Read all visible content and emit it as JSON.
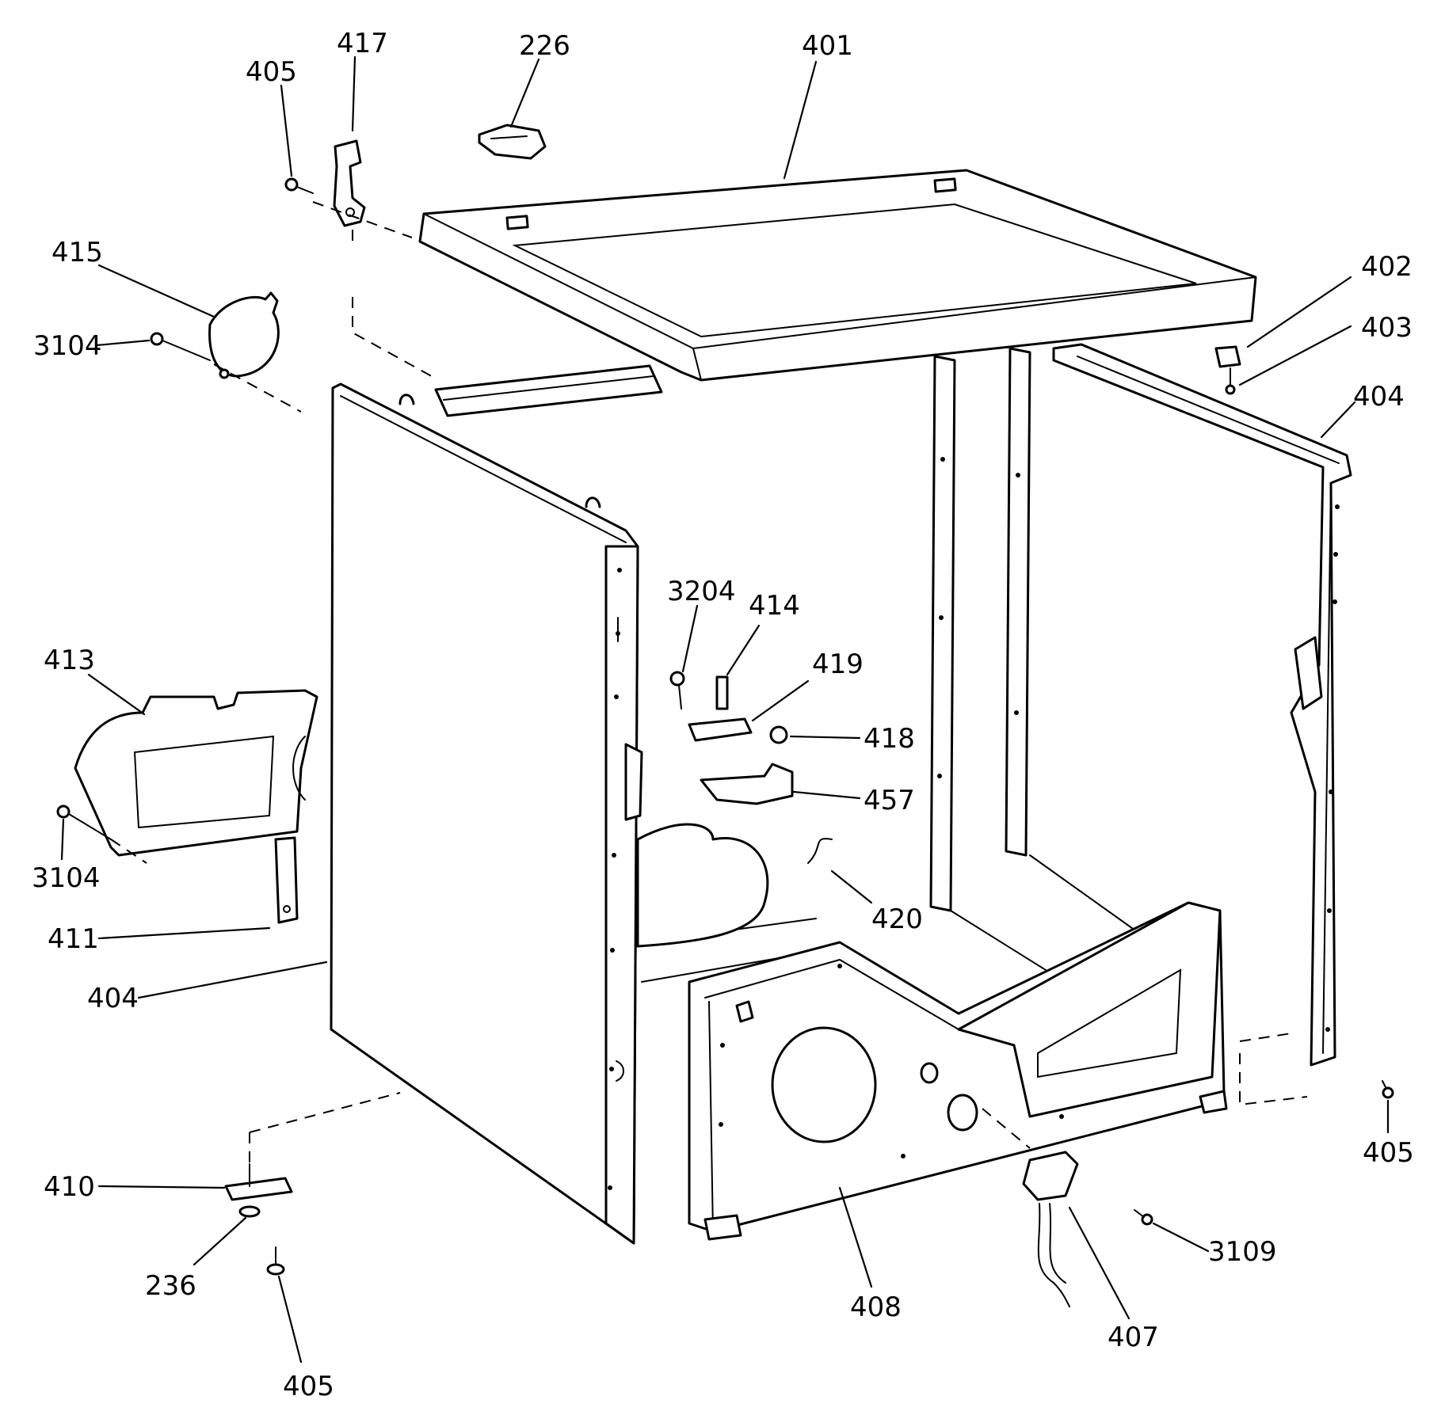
{
  "labels": {
    "l417": "417",
    "l226": "226",
    "l401": "401",
    "l405a": "405",
    "l415": "415",
    "l3104a": "3104",
    "l402": "402",
    "l403": "403",
    "l404a": "404",
    "l3204": "3204",
    "l414": "414",
    "l413": "413",
    "l419": "419",
    "l418": "418",
    "l457": "457",
    "l3104b": "3104",
    "l420": "420",
    "l411": "411",
    "l404b": "404",
    "l405b": "405",
    "l410": "410",
    "l3109": "3109",
    "l236": "236",
    "l408": "408",
    "l407": "407",
    "l405c": "405"
  },
  "colors": {
    "line": "#000000",
    "background": "#ffffff"
  }
}
